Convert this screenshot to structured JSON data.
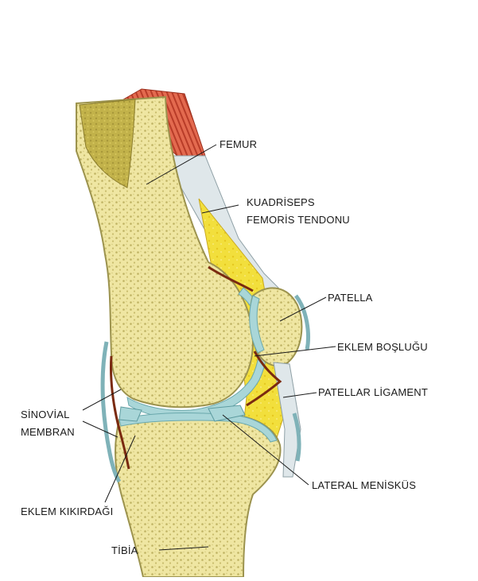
{
  "labels": {
    "femur": "FEMUR",
    "quad_line1": "KUADRİSEPS",
    "quad_line2": "FEMORİS TENDONU",
    "patella": "PATELLA",
    "joint_space": "EKLEM BOŞLUĞU",
    "patellar_ligament": "PATELLAR LİGAMENT",
    "synovial_line1": "SİNOVİAL",
    "synovial_line2": "MEMBRAN",
    "lateral_meniscus": "LATERAL MENİSKÜS",
    "articular_cartilage": "EKLEM KIKIRDAĞI",
    "tibia": "TİBİA"
  },
  "colors": {
    "bone": "#efe6a2",
    "bone_edge": "#9c934e",
    "marrow": "#c2b24a",
    "cartilage": "#a9d6d8",
    "fat": "#f2df3c",
    "muscle": "#d9573f",
    "synovial": "#7a2a10"
  }
}
